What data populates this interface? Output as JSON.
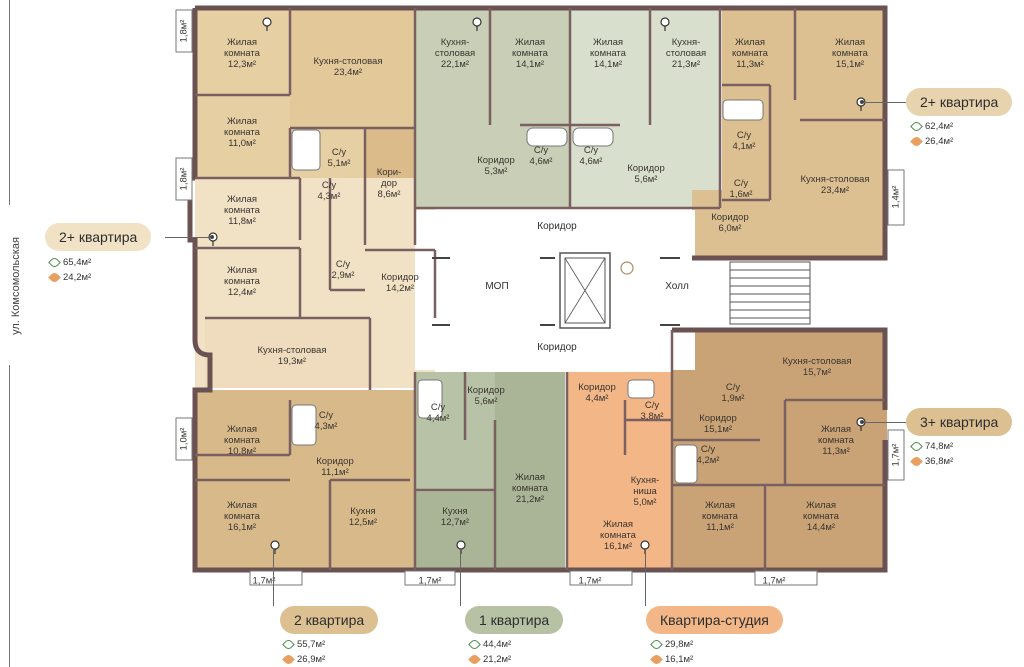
{
  "street": "ул. Комсомольская",
  "colors": {
    "beige": "#f1e2c6",
    "tan": "#d8ba8c",
    "brown": "#c9a275",
    "green_light": "#d6dccb",
    "green_mid": "#c2cab1",
    "green_dark": "#a9b596",
    "orange": "#f3b787",
    "wall": "#6a5252"
  },
  "rooms": [
    {
      "name": "Жилая",
      "name2": "комната",
      "area": "12,3м²"
    },
    {
      "name": "Кухня-столовая",
      "name2": "",
      "area": "23,4м²"
    },
    {
      "name": "Жилая",
      "name2": "комната",
      "area": "11,0м²"
    },
    {
      "name": "С/у",
      "name2": "",
      "area": "5,1м²"
    },
    {
      "name": "Кори-",
      "name2": "дор",
      "area": "8,6м²"
    },
    {
      "name": "Жилая",
      "name2": "комната",
      "area": "11,8м²"
    },
    {
      "name": "С/у",
      "name2": "",
      "area": "4,3м²"
    },
    {
      "name": "Жилая",
      "name2": "комната",
      "area": "12,4м²"
    },
    {
      "name": "С/у",
      "name2": "",
      "area": "2,9м²"
    },
    {
      "name": "Коридор",
      "name2": "",
      "area": "14,2м²"
    },
    {
      "name": "Кухня-столовая",
      "name2": "",
      "area": "19,3м²"
    },
    {
      "name": "Кухня-",
      "name2": "столовая",
      "area": "22,1м²"
    },
    {
      "name": "Жилая",
      "name2": "комната",
      "area": "14,1м²"
    },
    {
      "name": "С/у",
      "name2": "",
      "area": "4,6м²"
    },
    {
      "name": "Коридор",
      "name2": "",
      "area": "5,3м²"
    },
    {
      "name": "Жилая",
      "name2": "комната",
      "area": "14,1м²"
    },
    {
      "name": "Кухня-",
      "name2": "столовая",
      "area": "21,3м²"
    },
    {
      "name": "С/у",
      "name2": "",
      "area": "4,6м²"
    },
    {
      "name": "Коридор",
      "name2": "",
      "area": "5,6м²"
    },
    {
      "name": "Жилая",
      "name2": "комната",
      "area": "11,3м²"
    },
    {
      "name": "Жилая",
      "name2": "комната",
      "area": "15,1м²"
    },
    {
      "name": "С/у",
      "name2": "",
      "area": "4,1м²"
    },
    {
      "name": "С/у",
      "name2": "",
      "area": "1,6м²"
    },
    {
      "name": "Кухня-столовая",
      "name2": "",
      "area": "23,4м²"
    },
    {
      "name": "Коридор",
      "name2": "",
      "area": "6,0м²"
    },
    {
      "name": "Коридор",
      "name2": "",
      "area": ""
    },
    {
      "name": "МОП",
      "name2": "",
      "area": ""
    },
    {
      "name": "Холл",
      "name2": "",
      "area": ""
    },
    {
      "name": "Коридор",
      "name2": "",
      "area": ""
    },
    {
      "name": "Жилая",
      "name2": "комната",
      "area": "10,8м²"
    },
    {
      "name": "С/у",
      "name2": "",
      "area": "4,3м²"
    },
    {
      "name": "Коридор",
      "name2": "",
      "area": "11,1м²"
    },
    {
      "name": "Жилая",
      "name2": "комната",
      "area": "16,1м²"
    },
    {
      "name": "Кухня",
      "name2": "",
      "area": "12,5м²"
    },
    {
      "name": "Коридор",
      "name2": "",
      "area": "5,6м²"
    },
    {
      "name": "С/у",
      "name2": "",
      "area": "4,4м²"
    },
    {
      "name": "Кухня",
      "name2": "",
      "area": "12,7м²"
    },
    {
      "name": "Жилая",
      "name2": "комната",
      "area": "21,2м²"
    },
    {
      "name": "Коридор",
      "name2": "",
      "area": "4,4м²"
    },
    {
      "name": "С/у",
      "name2": "",
      "area": "3,8м²"
    },
    {
      "name": "Кухня-",
      "name2": "ниша",
      "area": "5,0м²"
    },
    {
      "name": "Жилая",
      "name2": "комната",
      "area": "16,1м²"
    },
    {
      "name": "Кухня-столовая",
      "name2": "",
      "area": "15,7м²"
    },
    {
      "name": "С/у",
      "name2": "",
      "area": "1,9м²"
    },
    {
      "name": "Коридор",
      "name2": "",
      "area": "15,1м²"
    },
    {
      "name": "Жилая",
      "name2": "комната",
      "area": "11,3м²"
    },
    {
      "name": "С/у",
      "name2": "",
      "area": "4,2м²"
    },
    {
      "name": "Жилая",
      "name2": "комната",
      "area": "11,1м²"
    },
    {
      "name": "Жилая",
      "name2": "комната",
      "area": "14,4м²"
    }
  ],
  "balconies": [
    "1,8м²",
    "1,8м²",
    "1,0м²",
    "1,4м²",
    "1,7м²",
    "1,7м²",
    "1,7м²",
    "1,7м²",
    "1,7м²"
  ],
  "apartments": [
    {
      "label": "2+ квартира",
      "total": "65,4м²",
      "living": "24,2м²"
    },
    {
      "label": "2+ квартира",
      "total": "62,4м²",
      "living": "26,4м²"
    },
    {
      "label": "3+ квартира",
      "total": "74,8м²",
      "living": "36,8м²"
    },
    {
      "label": "2 квартира",
      "total": "55,7м²",
      "living": "26,9м²"
    },
    {
      "label": "1 квартира",
      "total": "44,4м²",
      "living": "21,2м²"
    },
    {
      "label": "Квартира-студия",
      "total": "29,8м²",
      "living": "16,1м²"
    }
  ]
}
